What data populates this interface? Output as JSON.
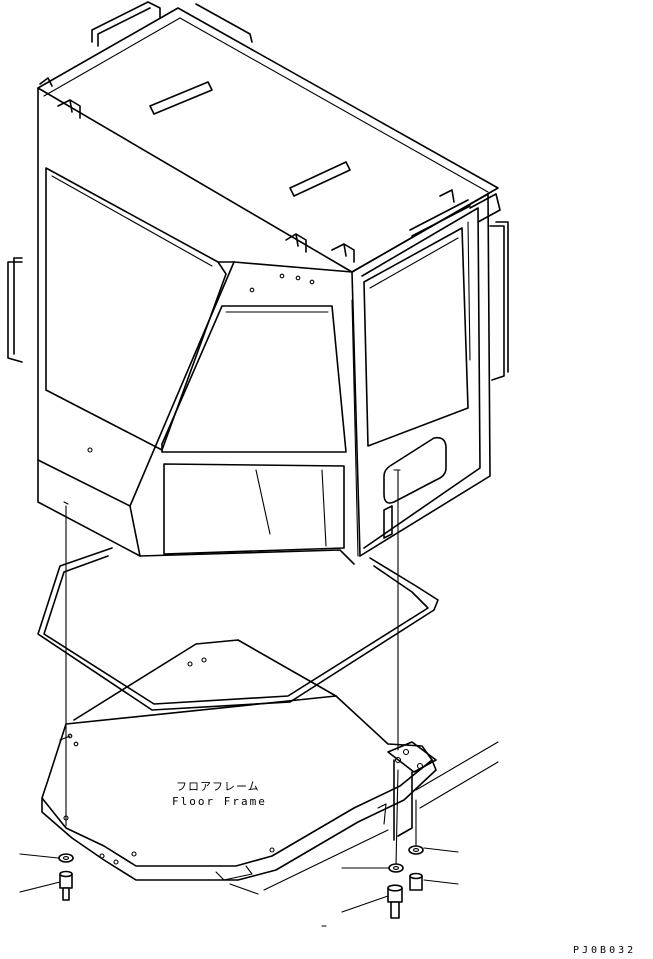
{
  "diagram": {
    "floor_frame_label_jp": "フロアフレーム",
    "floor_frame_label_en": "Floor Frame",
    "drawing_code": "PJ0B032"
  },
  "colors": {
    "line": "#000000",
    "background": "#ffffff"
  }
}
